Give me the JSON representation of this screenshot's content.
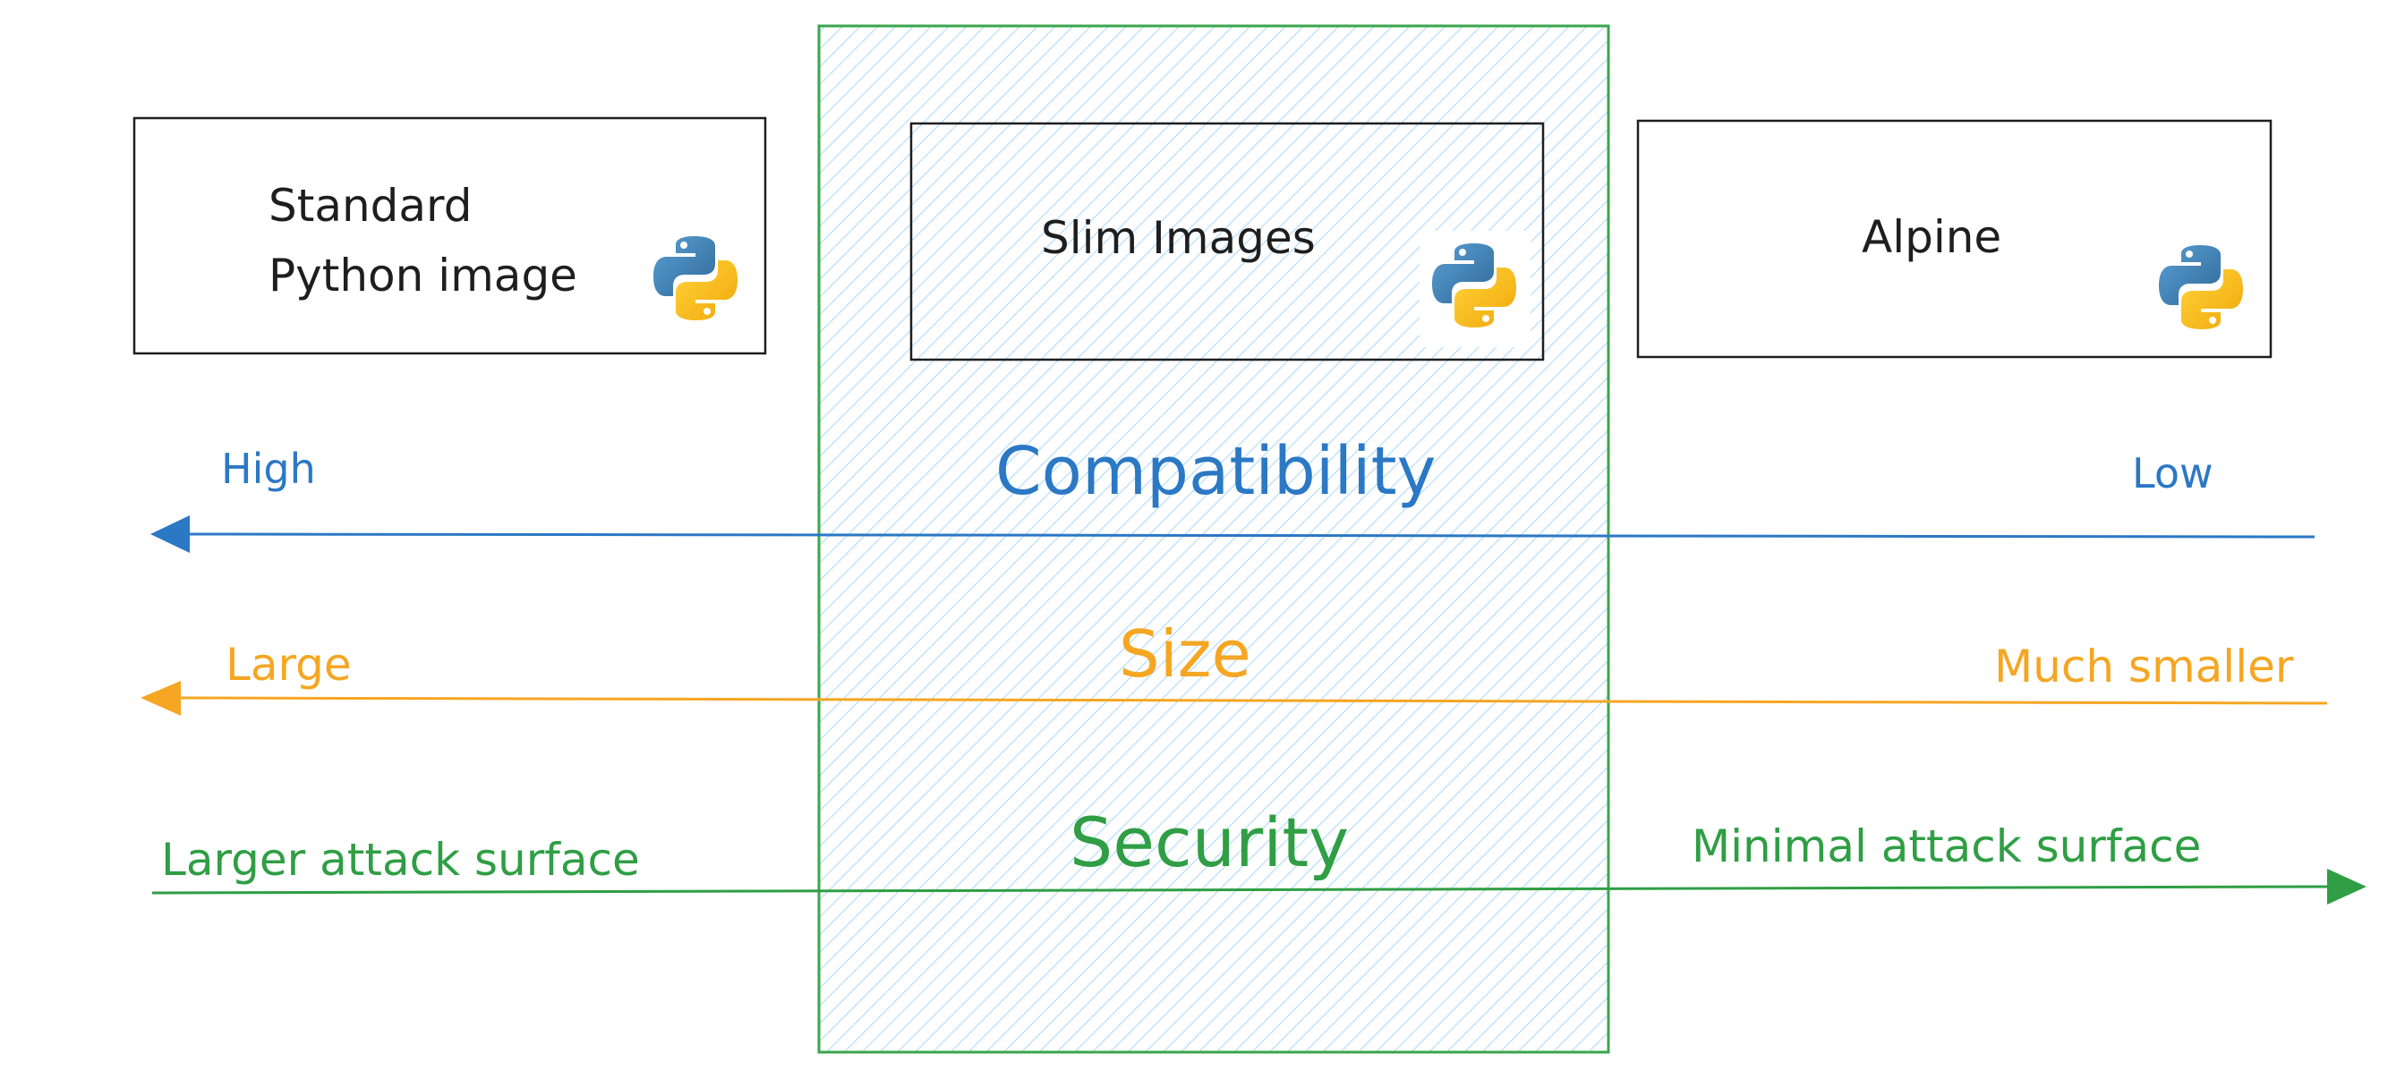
{
  "boxes": {
    "standard": {
      "line1": "Standard",
      "line2": "Python image"
    },
    "slim": {
      "label": "Slim Images"
    },
    "alpine": {
      "label": "Alpine"
    }
  },
  "axes": {
    "compatibility": {
      "title": "Compatibility",
      "left": "High",
      "right": "Low",
      "color": "#2b78c5"
    },
    "size": {
      "title": "Size",
      "left": "Large",
      "right": "Much smaller",
      "color": "#f5a623"
    },
    "security": {
      "title": "Security",
      "left": "Larger attack surface",
      "right": "Minimal attack surface",
      "color": "#2f9e44"
    }
  },
  "highlight": {
    "border": "#3aa64a",
    "hatch": "#a5d8ff"
  },
  "icons": [
    "python-logo-icon",
    "python-logo-icon",
    "python-logo-icon"
  ]
}
